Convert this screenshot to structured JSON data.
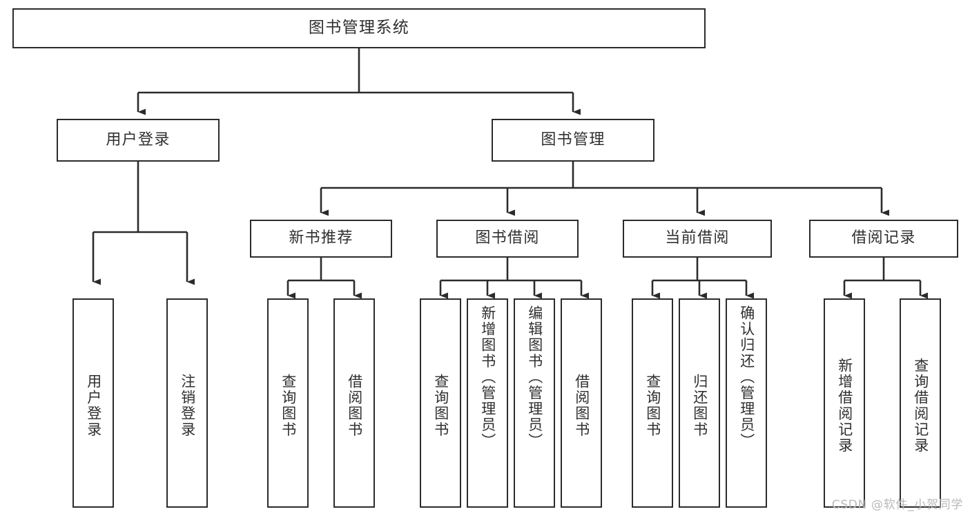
{
  "diagram": {
    "title": "图书管理系统",
    "type": "hierarchy-tree",
    "stroke_color": "#2b2b2b",
    "text_color": "#2f2f2f",
    "background_color": "#ffffff"
  },
  "nodes": {
    "root": {
      "label": "图书管理系统"
    },
    "level1": [
      {
        "label": "用户登录"
      },
      {
        "label": "图书管理"
      }
    ],
    "level2": [
      {
        "label": "新书推荐"
      },
      {
        "label": "图书借阅"
      },
      {
        "label": "当前借阅"
      },
      {
        "label": "借阅记录"
      }
    ],
    "leaves_user_login": [
      {
        "label": "用户登录"
      },
      {
        "label": "注销登录"
      }
    ],
    "leaves_new_book": [
      {
        "label": "查询图书"
      },
      {
        "label": "借阅图书"
      }
    ],
    "leaves_borrow": [
      {
        "label": "查询图书"
      },
      {
        "label": "新增图书（管理员）"
      },
      {
        "label": "编辑图书（管理员）"
      },
      {
        "label": "借阅图书"
      }
    ],
    "leaves_current": [
      {
        "label": "查询图书"
      },
      {
        "label": "归还图书"
      },
      {
        "label": "确认归还（管理员）"
      }
    ],
    "leaves_record": [
      {
        "label": "新增借阅记录"
      },
      {
        "label": "查询借阅记录"
      }
    ]
  },
  "watermark": {
    "text": "CSDN @软件_小贺同学"
  }
}
